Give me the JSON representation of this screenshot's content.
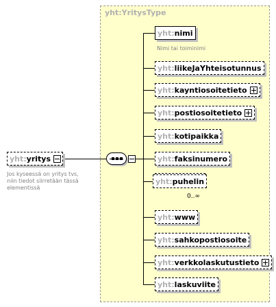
{
  "type": {
    "name": "yht:YritysType"
  },
  "root": {
    "prefix": "yht:",
    "name": "yritys",
    "doc_lines": [
      "Jos kyseessä on yritys tvs,",
      "niin tiedot siirretään tässä",
      "elementissä"
    ]
  },
  "children": [
    {
      "prefix": "yht:",
      "name": "nimi"
    },
    {
      "prefix": "yht:",
      "name": "liikeJaYhteisotunnus"
    },
    {
      "prefix": "yht:",
      "name": "kayntiosoitetieto"
    },
    {
      "prefix": "yht:",
      "name": "postiosoitetieto"
    },
    {
      "prefix": "yht:",
      "name": "kotipaikka"
    },
    {
      "prefix": "yht:",
      "name": "faksinumero"
    },
    {
      "prefix": "yht:",
      "name": "puhelin"
    },
    {
      "prefix": "yht:",
      "name": "www"
    },
    {
      "prefix": "yht:",
      "name": "sahkopostiosoite"
    },
    {
      "prefix": "yht:",
      "name": "verkkolaskutustieto"
    },
    {
      "prefix": "yht:",
      "name": "laskuviite"
    }
  ],
  "nimi_doc": "Nimi tai toiminimi",
  "puhelin_occurs": "0..∞",
  "icons": [
    "plus-expand-icon",
    "minus-collapse-icon",
    "sequence-compositor-icon"
  ]
}
